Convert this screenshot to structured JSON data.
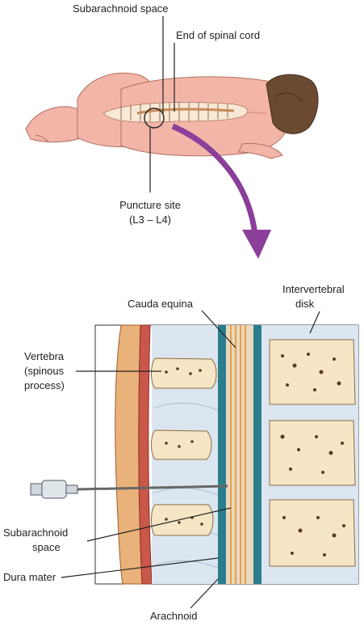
{
  "top_illustration": {
    "labels": {
      "subarachnoid_space": "Subarachnoid space",
      "end_of_spinal_cord": "End of spinal cord",
      "puncture_site_line1": "Puncture site",
      "puncture_site_line2": "(L3 – L4)"
    }
  },
  "bottom_illustration": {
    "labels": {
      "cauda_equina": "Cauda equina",
      "intervertebral_line1": "Intervertebral",
      "intervertebral_line2": "disk",
      "vertebra_line1": "Vertebra",
      "vertebra_line2": "(spinous",
      "vertebra_line3": "process)",
      "subarachnoid_line1": "Subarachnoid",
      "subarachnoid_line2": "space",
      "dura_mater": "Dura mater",
      "arachnoid": "Arachnoid"
    }
  },
  "colors": {
    "skin": "#f2b5a8",
    "skin_shadow": "#e39a8c",
    "hair": "#6b4a32",
    "arrow": "#8a3f9a",
    "bone": "#f6e6c6",
    "disk": "#d6e2ee",
    "dura": "#2c7d8c",
    "nerve": "#e7a04a",
    "muscle": "#c9574a"
  }
}
